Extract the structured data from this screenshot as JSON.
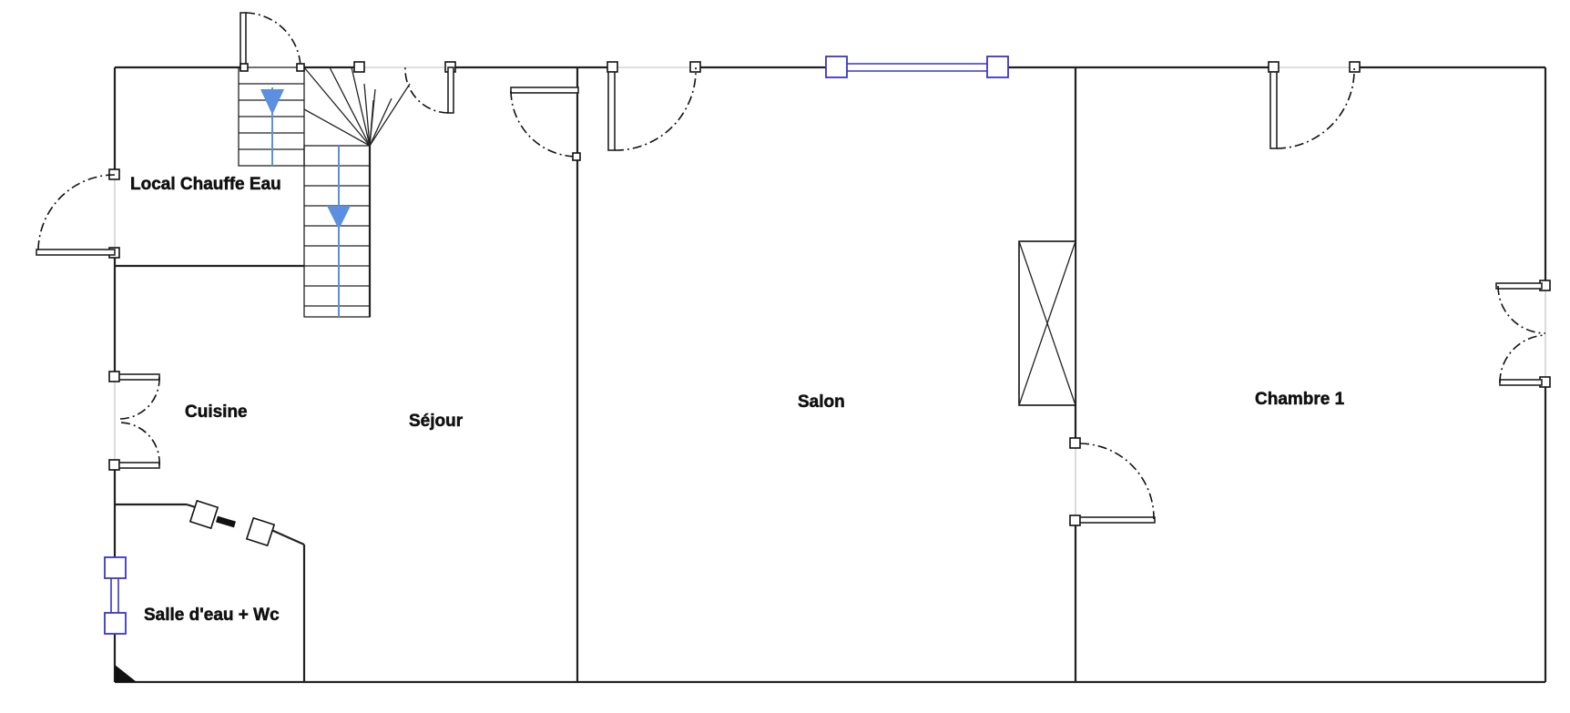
{
  "plan": {
    "rooms": {
      "local_chauffe_eau": "Local Chauffe Eau",
      "cuisine": "Cuisine",
      "sejour": "Séjour",
      "salon": "Salon",
      "chambre_1": "Chambre 1",
      "salle_eau_wc": "Salle d'eau + Wc"
    },
    "colors": {
      "wall": "#222222",
      "window": "#3a35c8",
      "stair_arrow": "#5b8fe0",
      "background": "#ffffff"
    },
    "symbols": [
      "door-swing-icon",
      "window-icon",
      "stair-arrow-icon",
      "chimney-duct-icon"
    ]
  }
}
